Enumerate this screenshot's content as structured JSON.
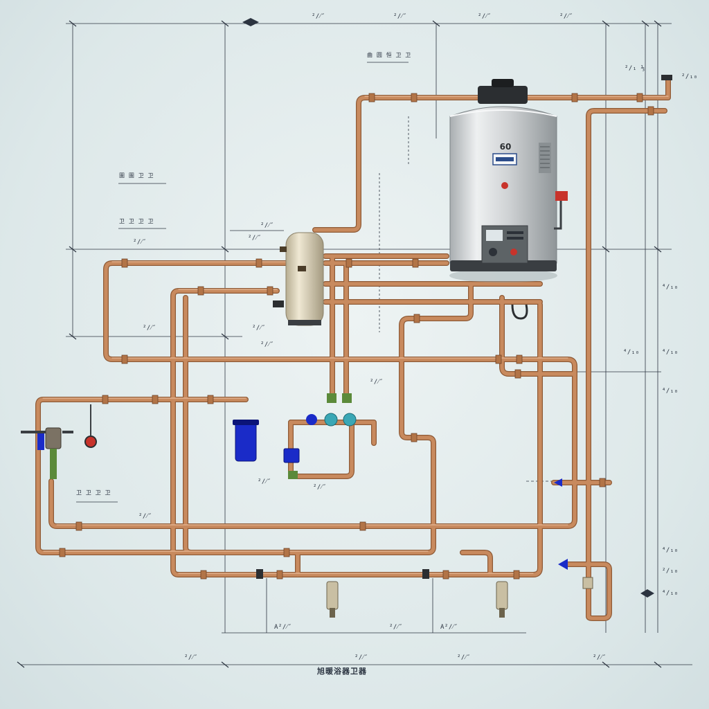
{
  "drawing": {
    "title_block": "旭暖浴器卫器",
    "labels": [
      {
        "id": "top-dim-1",
        "text": "²/⁄″"
      },
      {
        "id": "top-dim-2",
        "text": "²/⁄″"
      },
      {
        "id": "top-dim-3",
        "text": "²/⁄″"
      },
      {
        "id": "top-dim-4",
        "text": "²/⁄″"
      },
      {
        "id": "note-top-center",
        "text": "曲 圆 恒 卫 卫"
      },
      {
        "id": "note-right-1",
        "text": "²/₁ ⅓"
      },
      {
        "id": "note-right-2",
        "text": "²/₁₀"
      },
      {
        "id": "note-right-3",
        "text": "⁴/₁₀"
      },
      {
        "id": "note-right-4",
        "text": "⁴/₁₀"
      },
      {
        "id": "note-right-5",
        "text": "⁴/₁₀"
      },
      {
        "id": "note-right-6",
        "text": "⁴/₁₀"
      },
      {
        "id": "note-right-7",
        "text": "⁴/₁₀"
      },
      {
        "id": "note-left-1",
        "text": "圖 圖 卫 卫"
      },
      {
        "id": "note-left-2",
        "text": "卫 卫 卫 卫"
      },
      {
        "id": "note-left-3",
        "text": "²/⁄″"
      },
      {
        "id": "note-mid-1",
        "text": "²/⁄″"
      },
      {
        "id": "note-mid-2",
        "text": "²/⁄″"
      },
      {
        "id": "note-mid-3",
        "text": "²/⁄″"
      },
      {
        "id": "note-mid-4",
        "text": "²/⁄″"
      },
      {
        "id": "note-mid-5",
        "text": "²/⁄″"
      },
      {
        "id": "note-mid-6",
        "text": "²/⁄″"
      },
      {
        "id": "note-lower-1",
        "text": "卫 卫 卫 卫"
      },
      {
        "id": "note-lower-2",
        "text": "²/⁄″"
      },
      {
        "id": "note-lower-3",
        "text": "²/⁄″"
      },
      {
        "id": "note-lower-4",
        "text": "²/⁄″"
      },
      {
        "id": "note-bottom-1",
        "text": "A²/⁄″"
      },
      {
        "id": "note-bottom-2",
        "text": "²/⁄″"
      },
      {
        "id": "note-bottom-3",
        "text": "A²/⁄″"
      },
      {
        "id": "note-bottom-4",
        "text": "²/⁄″"
      },
      {
        "id": "note-bottom-5",
        "text": "²/⁄″"
      },
      {
        "id": "note-bottom-6",
        "text": "²/⁄″"
      },
      {
        "id": "note-bottom-7",
        "text": "²/⁄″"
      },
      {
        "id": "note-right-8",
        "text": "²/₁₀"
      },
      {
        "id": "note-right-9",
        "text": "⁴/₁₀"
      },
      {
        "id": "tank-badge",
        "text": "60"
      }
    ]
  },
  "colors": {
    "pipe": "#c88a5e",
    "pipe_dark": "#8e5a36",
    "pipe_light": "#e8b48e",
    "tank_body": "#c9ccce",
    "tank_light": "#eef0f1",
    "small_tank": "#d9d0b8",
    "filter_blue": "#1a2bc8",
    "valve_teal": "#3aa7b5",
    "valve_green": "#5b8a3a",
    "dim_line": "#2c3440"
  }
}
